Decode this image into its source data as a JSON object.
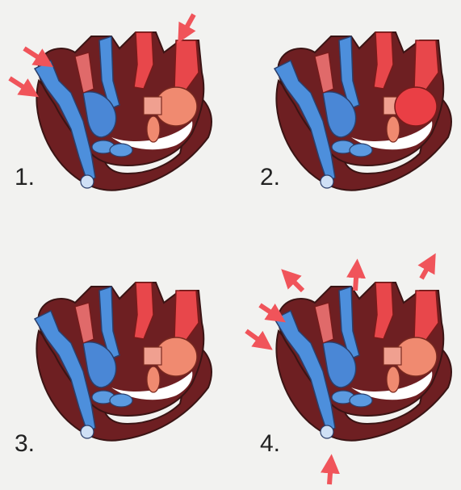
{
  "panels": [
    {
      "label": "1."
    },
    {
      "label": "2."
    },
    {
      "label": "3."
    },
    {
      "label": "4."
    }
  ],
  "colors": {
    "background": "#f2f2f0",
    "outline": "#4a2a2a",
    "heart_wall": "#6e1f22",
    "artery_red": "#e8474b",
    "vein_blue": "#4d8fdc",
    "atrium_pink": "#f08a70",
    "arrow": "#f0545a"
  },
  "icons": [
    "heart-diagram",
    "flow-arrow-icon"
  ]
}
